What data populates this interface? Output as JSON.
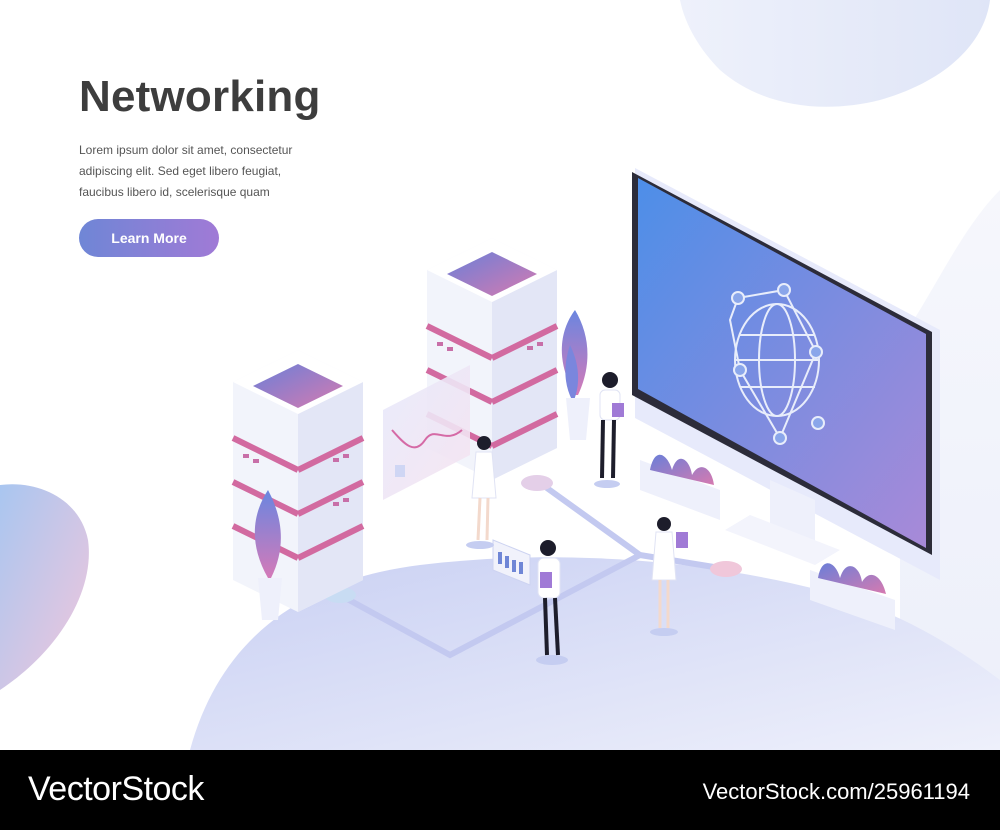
{
  "hero": {
    "title": "Networking",
    "body_lines": [
      "Lorem ipsum dolor sit amet, consectetur",
      "adipiscing elit. Sed eget libero feugiat,",
      "faucibus libero id, scelerisque quam"
    ],
    "cta_label": "Learn More"
  },
  "footer": {
    "brand": "VectorStock",
    "id_text": "VectorStock.com/25961194"
  },
  "illustration": {
    "icons": [
      "server-rack-icon",
      "monitor-icon",
      "globe-network-icon",
      "plant-icon",
      "person-icon",
      "chart-panel-icon"
    ]
  },
  "colors": {
    "accent_start": "#6f86d6",
    "accent_end": "#a07ad6",
    "title": "#3d3d3d",
    "footer_bg": "#000000"
  }
}
